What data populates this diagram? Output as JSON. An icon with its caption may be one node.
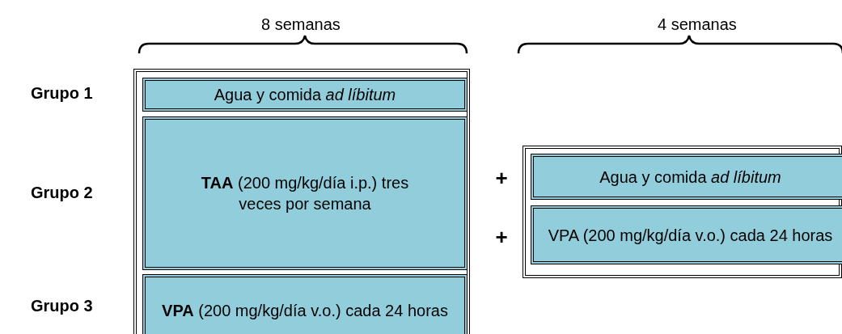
{
  "diagram": {
    "nodes": [
      {
        "text": [],
        "shape": "box"
      },
      {
        "text": [
          "Agua y comida *ad líbitum*"
        ],
        "in": 0
      },
      {
        "text": [
          "**TAA** (200 mg/kg/día i.p.) tres veces por semana"
        ],
        "in": 0
      },
      {
        "text": [
          "**VPA** (200 mg/kg/día v.o.) cada 24 horas"
        ],
        "in": 0
      },
      {
        "text": [],
        "shape": "box"
      },
      {
        "text": [
          "Agua y comida *ad líbitum*"
        ],
        "in": 4
      },
      {
        "text": [
          "VPA (200 mg/kg/día v.o.) cada 24 horas"
        ],
        "in": 4
      }
    ],
    "labels": [
      "8 semanas",
      "4 semanas",
      "Grupo 1",
      "Grupo 2",
      "+",
      "+",
      "Grupo 3"
    ]
  }
}
